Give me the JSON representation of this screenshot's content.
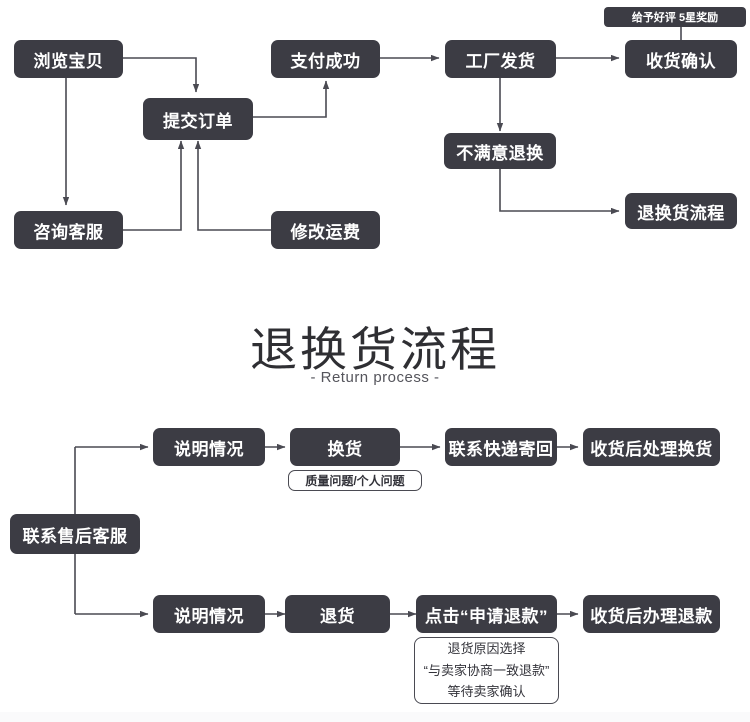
{
  "theme": {
    "node_fill": "#3c3c44",
    "node_text": "#ffffff",
    "line_color": "#4a4a52",
    "page_background": "#ffffff",
    "title_color": "#2f2f33",
    "outline_text": "#33333a"
  },
  "order_flow": {
    "nodes": {
      "browse": "浏览宝贝",
      "submit_order": "提交订单",
      "pay_success": "支付成功",
      "factory_ship": "工厂发货",
      "confirm_receipt": "收货确认",
      "contact_service": "咨询客服",
      "modify_shipping": "修改运费",
      "unsatisfied_return": "不满意退换",
      "return_process": "退换货流程"
    },
    "badge_reward": "给予好评 5星奖励"
  },
  "section_title": {
    "main": "退换货流程",
    "sub": "- Return process -"
  },
  "return_flow": {
    "entry": "联系售后客服",
    "exchange_row": {
      "step1": "说明情况",
      "step2": "换货",
      "step3": "联系快递寄回",
      "step4": "收货后处理换货",
      "tag": "质量问题/个人问题"
    },
    "refund_row": {
      "step1": "说明情况",
      "step2": "退货",
      "step3": "点击“申请退款”",
      "step4": "收货后办理退款",
      "note_lines": [
        "退货原因选择",
        "“与卖家协商一致退款”",
        "等待卖家确认"
      ]
    }
  }
}
